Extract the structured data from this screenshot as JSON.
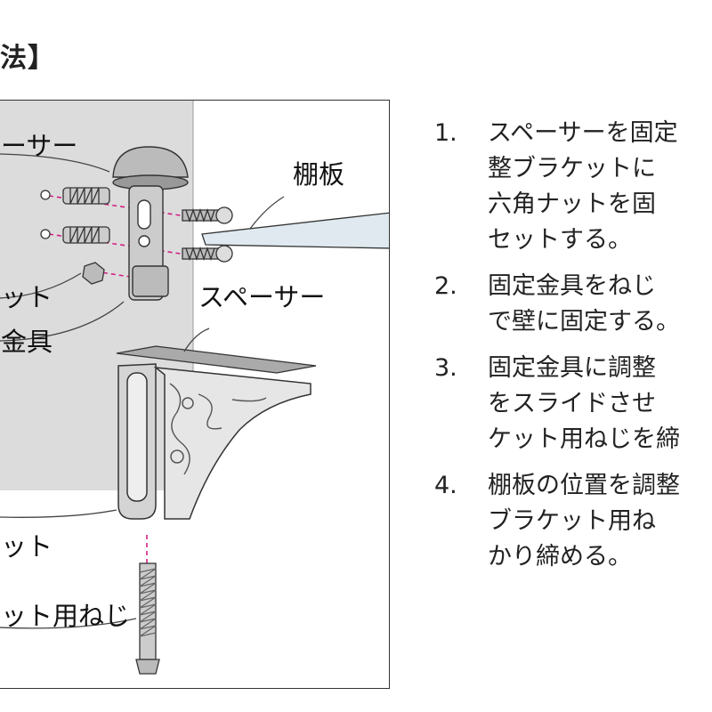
{
  "title": "法】",
  "labels": {
    "spacer_top": "ーサー",
    "shelf_board": "棚板",
    "spacer": "スペーサー",
    "hex_nut": "ット",
    "fixing_bracket": "金具",
    "bracket": "ット",
    "bracket_screw": "ット用ねじ"
  },
  "steps": [
    {
      "num": "1.",
      "lines": [
        "スペーサーを固定",
        "整ブラケットに",
        "六角ナットを固",
        "セットする。"
      ]
    },
    {
      "num": "2.",
      "lines": [
        "固定金具をねじ",
        "で壁に固定する。"
      ]
    },
    {
      "num": "3.",
      "lines": [
        "固定金具に調整",
        "をスライドさせ",
        "ケット用ねじを締"
      ]
    },
    {
      "num": "4.",
      "lines": [
        "棚板の位置を調整",
        "ブラケット用ね",
        "かり締める。"
      ]
    }
  ],
  "colors": {
    "guide_line": "#d21f86",
    "wall": "#dcdcdc",
    "shelf": "#dfe9ef"
  }
}
